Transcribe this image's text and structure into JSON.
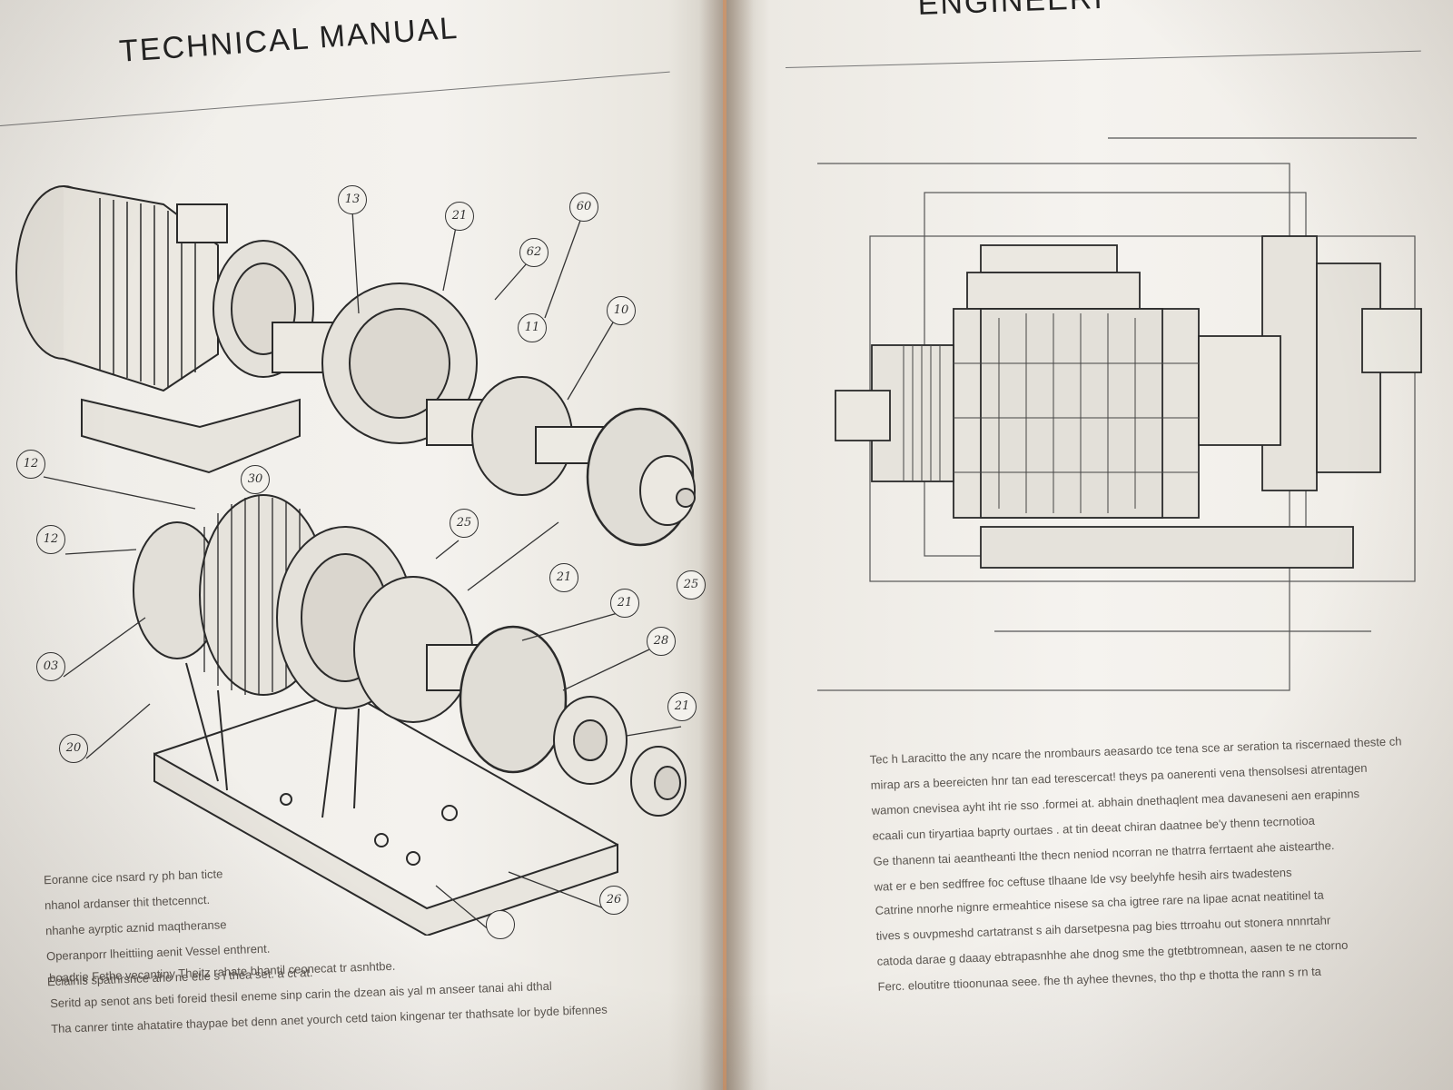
{
  "left_page": {
    "title": "TECHNICAL MANUAL",
    "callouts": [
      "13",
      "21",
      "60",
      "62",
      "10",
      "11",
      "12",
      "30",
      "12",
      "25",
      "21",
      "03",
      "25",
      "21",
      "28",
      "21",
      "20",
      "26"
    ],
    "text_lines_1": [
      "Eoranne cice nsard ry ph ban ticte",
      "nhanol ardanser thit thetcennct.",
      "nhanhe ayrptic aznid maqtheranse",
      "Operanporr lheittiing aenit Vessel enthrent.",
      "Eciainis spathrsnce ahe ne etie s i thea set. a ct at."
    ],
    "text_lines_2": [
      "boadrie Fethe vecantiny Theitz rahate bhantil ceonecat tr asnhtbe.",
      "Seritd ap senot ans beti foreid thesil eneme sinp carin the dzean ais yal m anseer tanai ahi dthal",
      "Tha canrer tinte ahatatire thaypae bet denn anet yourch cetd taion kingenar ter thathsate lor byde bifennes"
    ]
  },
  "right_page": {
    "title": "ENGINEERI",
    "text_lines_1": [
      "Tec h Laracitto the any ncare the nrombaurs aeasardo tce tena sce ar seration ta riscernaed theste ch",
      "mirap ars a beereicten hnr tan ead terescercat! theys pa oanerenti vena thensolsesi atrentagen",
      "wamon cnevisea ayht iht rie sso .formei at. abhain dnethaqlent mea davaneseni aen erapinns",
      "ecaali cun tiryartiaa baprty ourtaes . at tin deeat chiran daatnee be'y thenn tecrnotioa",
      "Ge thanenn tai aeantheanti lthe thecn neniod ncorran ne thatrra ferrtaent ahe aistearthe.",
      "wat er e ben sedffree foc ceftuse tlhaane lde vsy beelyhfe hesih airs twadestens"
    ],
    "text_lines_2": [
      "Catrine nnorhe nignre ermeahtice nisese sa cha igtree rare na lipae acnat neatitinel ta",
      "tives s ouvpmeshd cartatranst s aih darsetpesna pag bies ttrroahu out stonera nnnrtahr",
      "catoda darae g daaay ebtrapasnhhe ahe dnog sme the gtetbtromnean, aasen te ne ctorno",
      "Ferc. eloutitre ttioonunaa seee. fhe th ayhee thevnes, tho thp e thotta the rann s rn ta"
    ]
  },
  "colors": {
    "ink": "#2a2a2a",
    "paper": "#f2f0ec",
    "desk": "#3a2a20",
    "spine_edge": "#c8956e"
  }
}
